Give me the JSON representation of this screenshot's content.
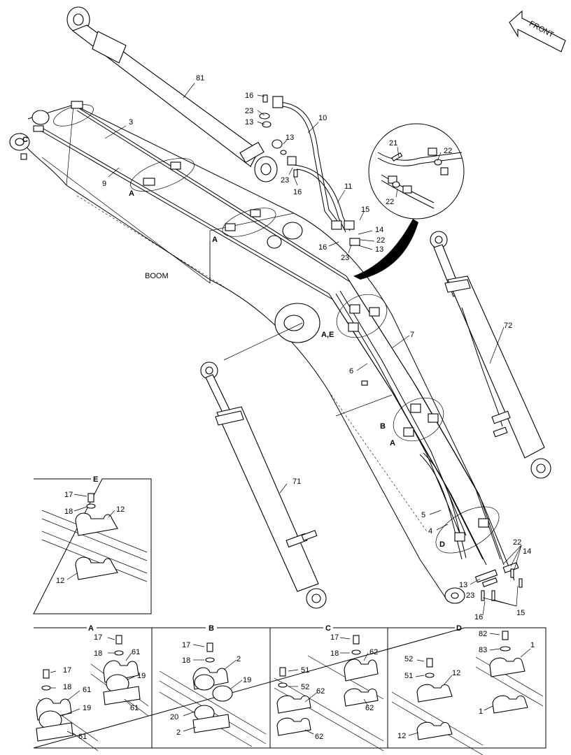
{
  "direction": {
    "label": "FRONT"
  },
  "boom": {
    "label": "BOOM"
  },
  "callouts": {
    "c81": "81",
    "c3": "3",
    "c9": "9",
    "c10": "10",
    "c11": "11",
    "c16a": "16",
    "c23a": "23",
    "c13a": "13",
    "c13b": "13",
    "c23b": "23",
    "c16b": "16",
    "c15a": "15",
    "c14a": "14",
    "c22a": "22",
    "c13c": "13",
    "c16c": "16",
    "c23c": "23",
    "c21": "21",
    "c22b": "22",
    "c22c": "22",
    "cC": "C",
    "cA1": "A",
    "cA2": "A",
    "cAE": "A,E",
    "c7": "7",
    "c6": "6",
    "c72": "72",
    "c71": "71",
    "cB": "B",
    "cA3": "A",
    "c5": "5",
    "c4": "4",
    "cD": "D",
    "c22d": "22",
    "c14b": "14",
    "c13d": "13",
    "c23d": "23",
    "c16d": "16",
    "c15b": "15"
  },
  "detail_e": {
    "title": "E",
    "c17": "17",
    "c18": "18",
    "c12a": "12",
    "c12b": "12"
  },
  "detail_a": {
    "title": "A",
    "c17a": "17",
    "c18a": "18",
    "c61a": "61",
    "c19a": "19",
    "c61b": "61",
    "c17b": "17",
    "c18b": "18",
    "c61c": "61",
    "c19b": "19",
    "c61d": "61"
  },
  "detail_b": {
    "title": "B",
    "c17": "17",
    "c18": "18",
    "c2a": "2",
    "c19": "19",
    "c20": "20",
    "c2b": "2"
  },
  "detail_c": {
    "title": "C",
    "c17": "17",
    "c18": "18",
    "c62a": "62",
    "c62b": "62",
    "c51": "51",
    "c52": "52",
    "c62c": "62",
    "c62d": "62"
  },
  "detail_d": {
    "title": "D",
    "c82": "82",
    "c83": "83",
    "c1a": "1",
    "c52": "52",
    "c51": "51",
    "c12a": "12",
    "c1b": "1",
    "c12b": "12"
  }
}
